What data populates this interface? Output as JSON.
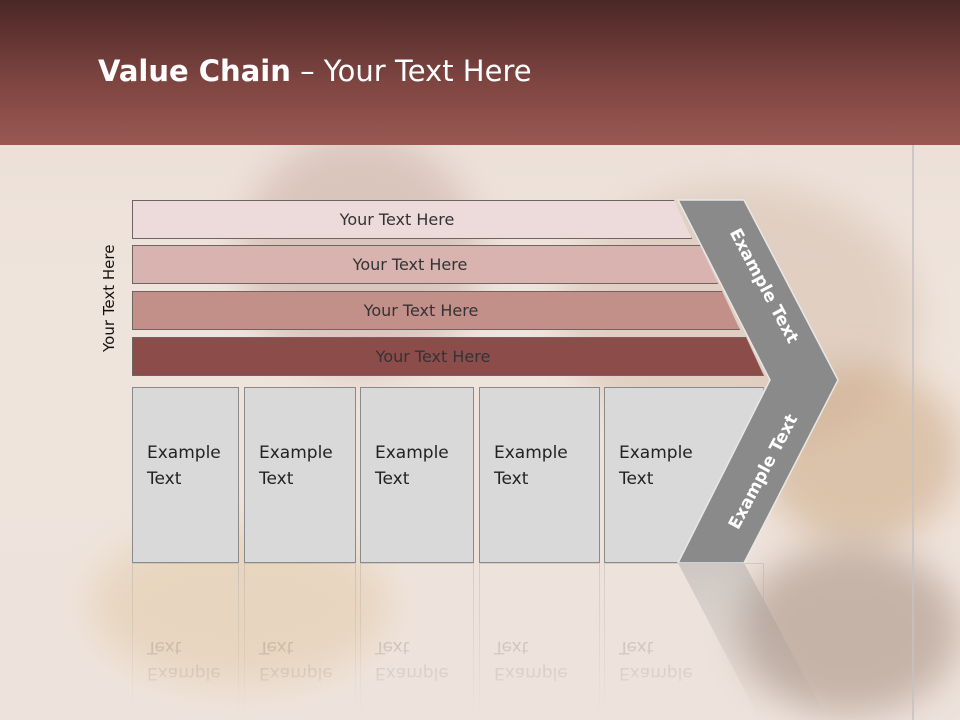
{
  "title": {
    "bold": "Value Chain",
    "rest": " – Your Text Here"
  },
  "side_label": "Your Text Here",
  "rows": [
    {
      "label": "Your Text Here",
      "color": "#eddada"
    },
    {
      "label": "Your Text Here",
      "color": "#d8b3b0"
    },
    {
      "label": "Your Text Here",
      "color": "#c28f89"
    },
    {
      "label": "Your Text Here",
      "color": "#8c4d4a"
    }
  ],
  "boxes": [
    {
      "line1": "Example",
      "line2": "Text"
    },
    {
      "line1": "Example",
      "line2": "Text"
    },
    {
      "line1": "Example",
      "line2": "Text"
    },
    {
      "line1": "Example",
      "line2": "Text"
    },
    {
      "line1": "Example",
      "line2": "Text"
    }
  ],
  "chevron": {
    "upper_text": "Example Text",
    "lower_text": "Example Text",
    "color": "#8a8a8a"
  }
}
